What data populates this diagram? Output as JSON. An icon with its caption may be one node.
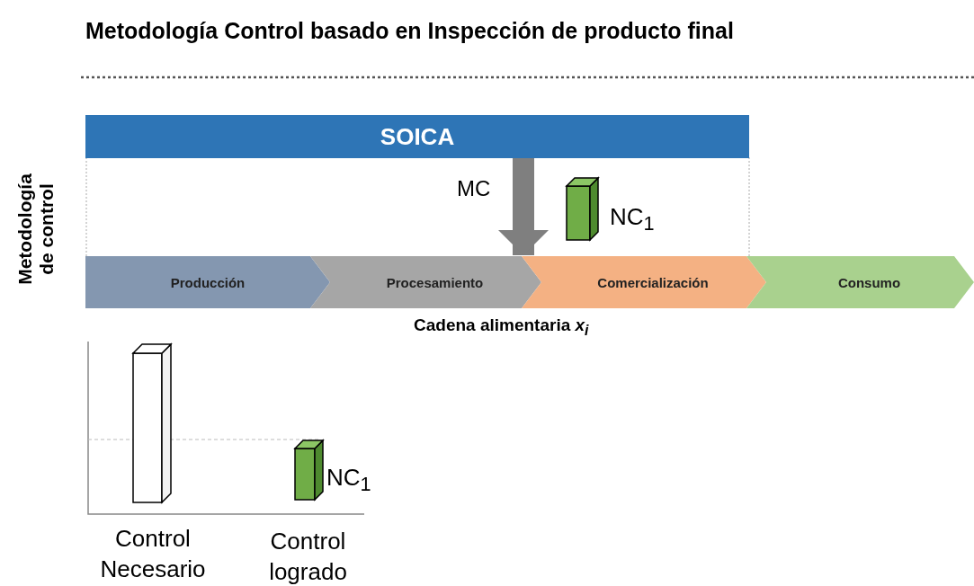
{
  "diagram": {
    "title": "Metodología Control basado en Inspección de producto final",
    "nodes": [
      {
        "text": [
          "SOICA"
        ]
      },
      {
        "text": [
          "Producción"
        ]
      },
      {
        "text": [
          "Procesamiento"
        ]
      },
      {
        "text": [
          "Comercialización"
        ]
      },
      {
        "text": [
          "Consumo"
        ]
      }
    ],
    "edges": [
      {
        "from": 0,
        "to": 3,
        "arrow": "to",
        "label": "MC"
      }
    ],
    "labels": [
      "Metodología de control",
      "NC$_{1}$",
      "Cadena alimentaria *x$_{i}$*",
      "NC$_{1}$",
      "Control Necesario",
      "Control logrado"
    ]
  }
}
